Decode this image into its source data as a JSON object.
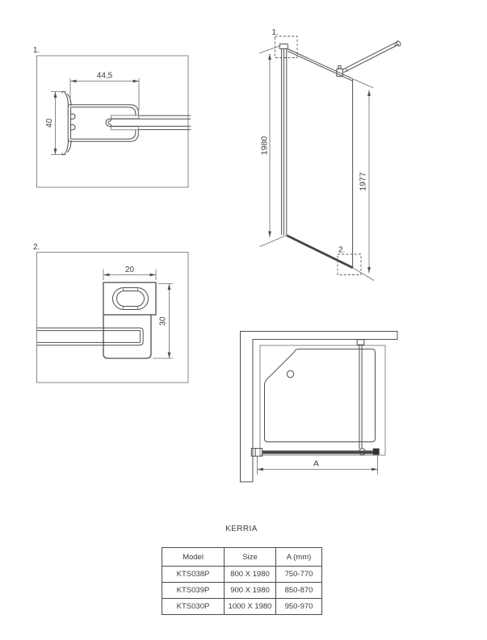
{
  "drawing": {
    "detail1": {
      "label": "1.",
      "dim_width": "44,5",
      "dim_height": "40"
    },
    "detail2": {
      "label": "2.",
      "dim_width": "20",
      "dim_height": "30"
    },
    "front_view": {
      "detail1_marker": "1.",
      "detail2_marker": "2.",
      "dim_total_height": "1980",
      "dim_glass_height": "1977"
    },
    "plan_view": {
      "dim_width_label": "A"
    }
  },
  "table": {
    "title": "KERRIA",
    "headers": [
      "Model",
      "Size",
      "A (mm)"
    ],
    "rows": [
      {
        "model": "KTS038P",
        "size": "800 X 1980",
        "a": "750-770"
      },
      {
        "model": "KTS039P",
        "size": "900 X 1980",
        "a": "850-870"
      },
      {
        "model": "KTS030P",
        "size": "1000 X 1980",
        "a": "950-970"
      }
    ]
  },
  "colors": {
    "line": "#4f4f4f",
    "text": "#3c3c3c",
    "background": "#ffffff"
  }
}
